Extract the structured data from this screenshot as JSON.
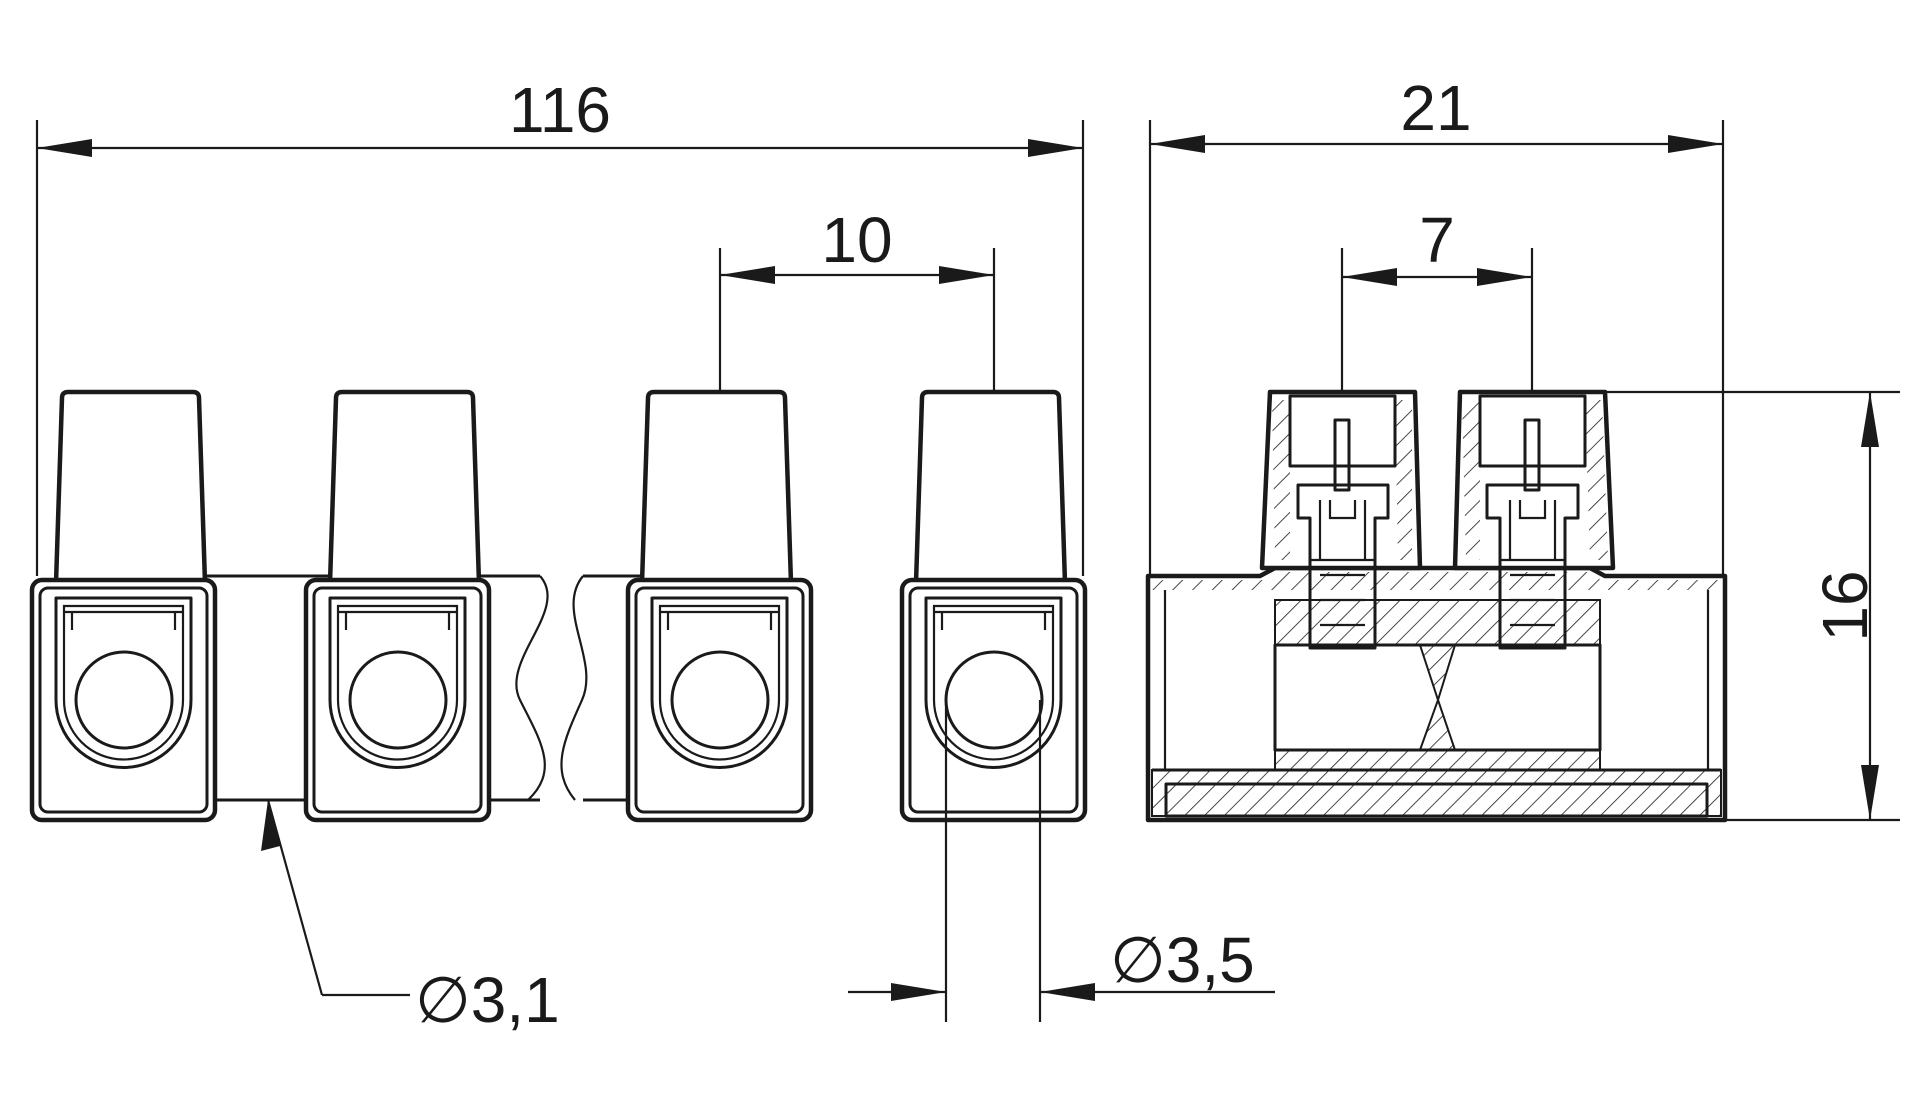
{
  "dimensions": {
    "overall_length": "116",
    "pitch": "10",
    "width": "21",
    "screw_spacing": "7",
    "height": "16",
    "mount_hole_diameter": "∅3,1",
    "wire_entry_diameter": "∅3,5"
  },
  "colors": {
    "line": "#1a1a1a",
    "hatch": "#1a1a1a",
    "background": "#ffffff"
  }
}
